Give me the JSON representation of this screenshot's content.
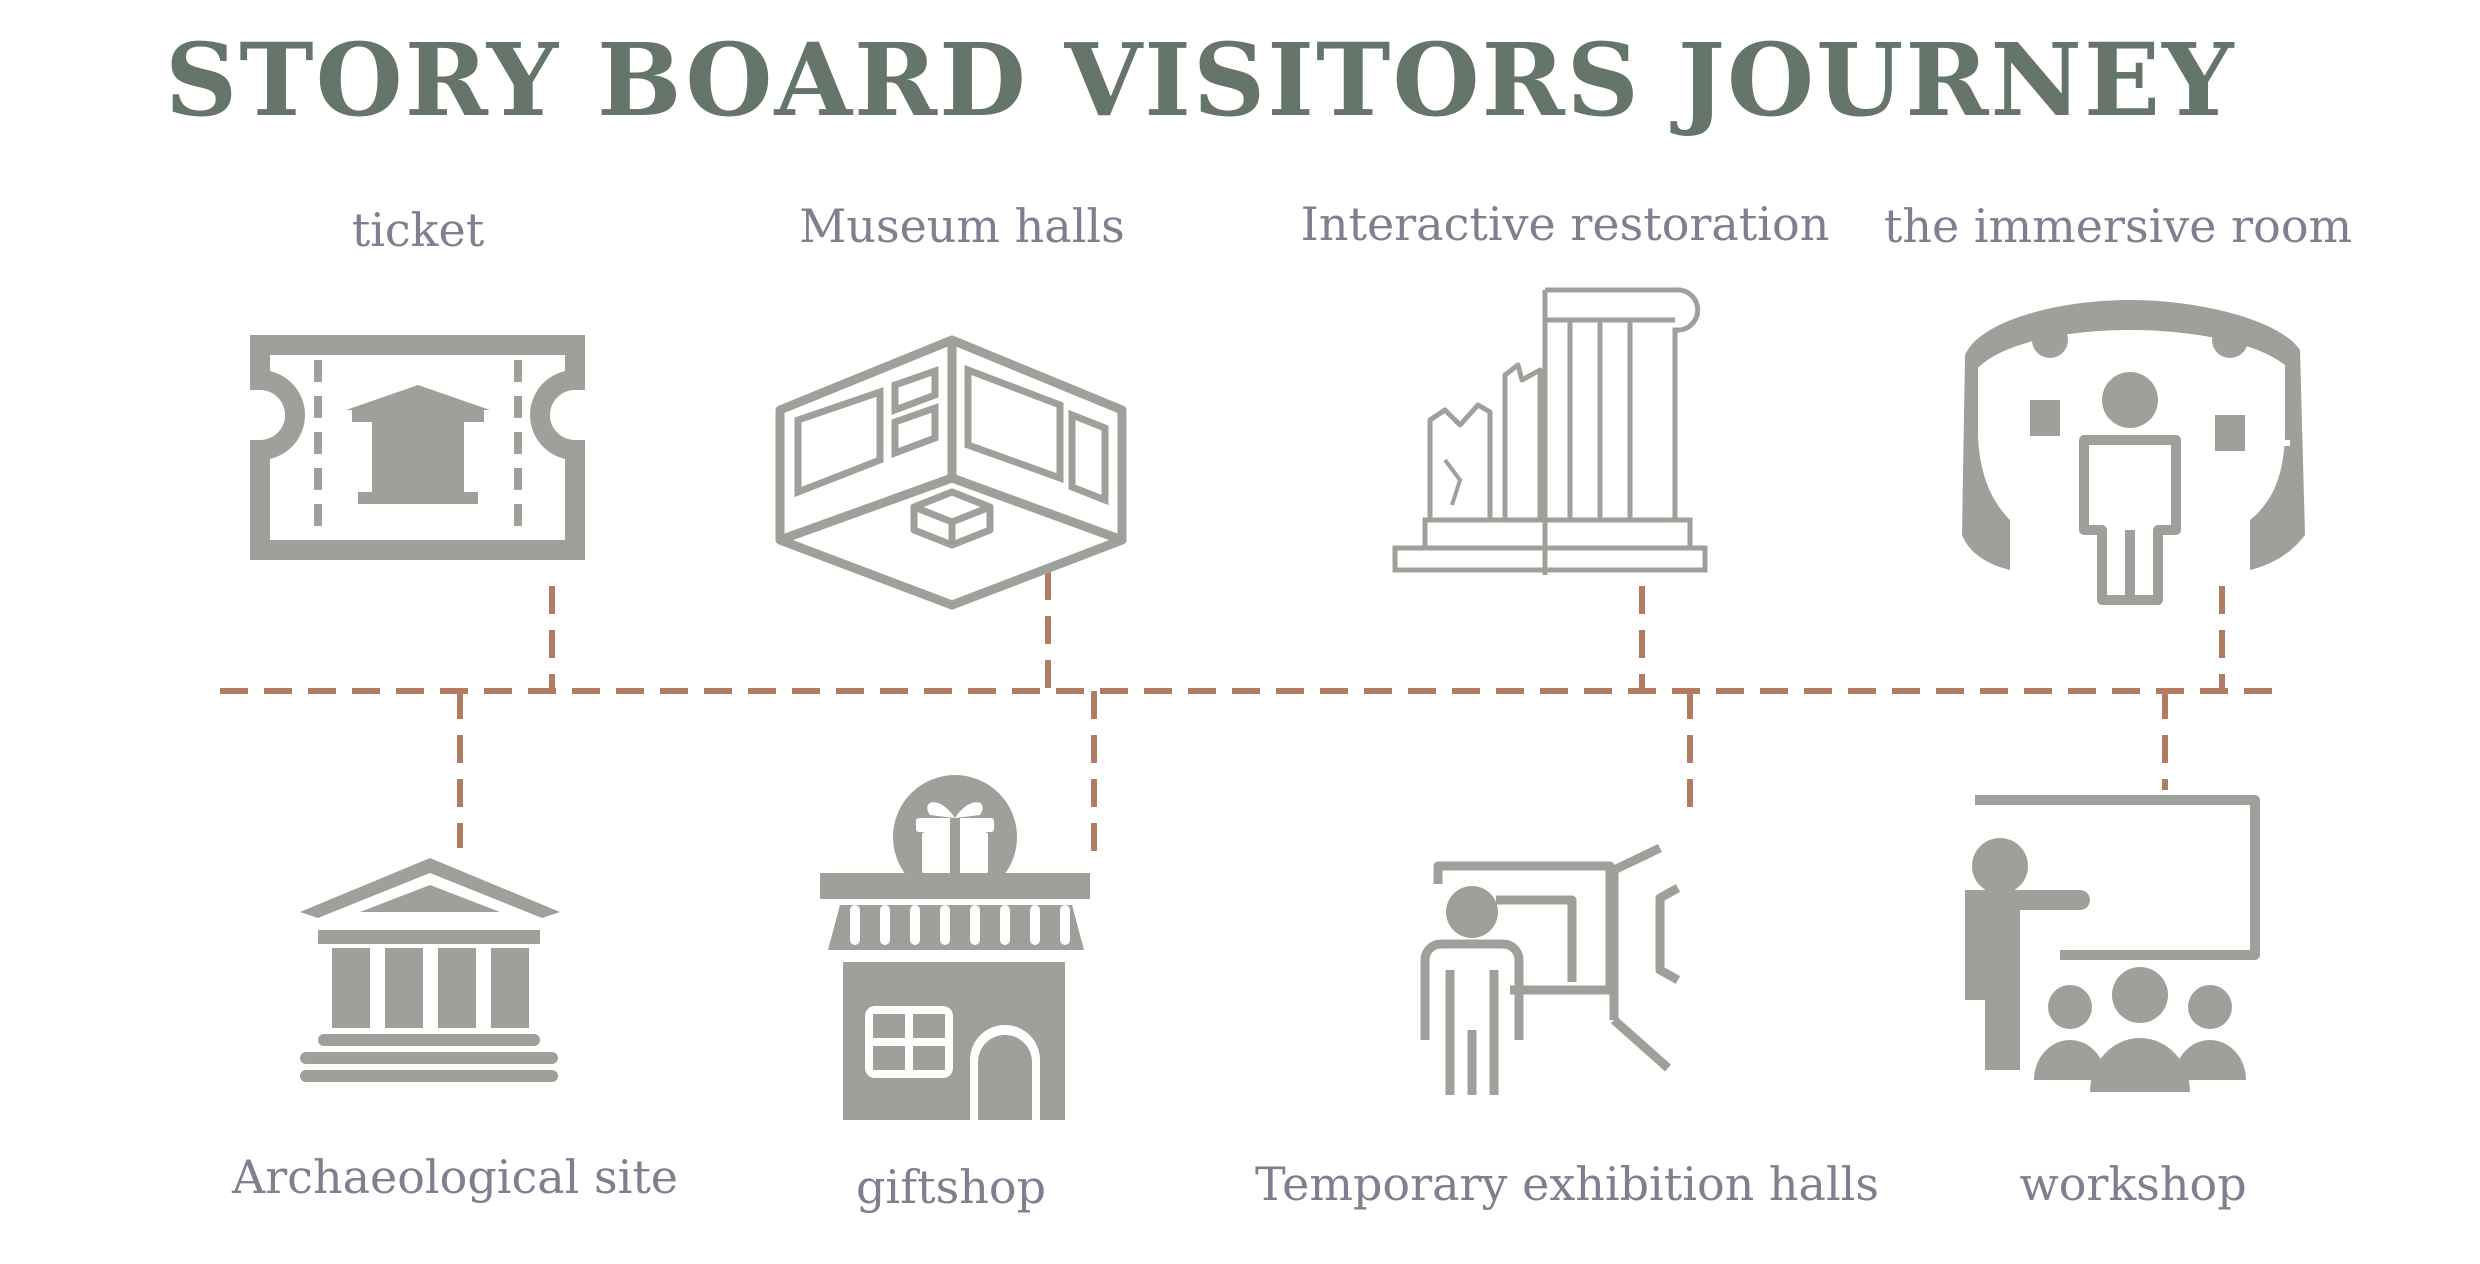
{
  "title": "STORY BOARD VISITORS JOURNEY",
  "colors": {
    "title": "#66756a",
    "label": "#7e8090",
    "icon": "#9da19a",
    "connector": "#b07d62"
  },
  "stages_top": [
    {
      "label": "ticket",
      "icon": "ticket-icon"
    },
    {
      "label": "Museum halls",
      "icon": "museum-halls-icon"
    },
    {
      "label": "Interactive restoration",
      "icon": "column-restoration-icon"
    },
    {
      "label": "the immersive room",
      "icon": "immersive-room-icon"
    }
  ],
  "stages_bottom": [
    {
      "label": "Archaeological site",
      "icon": "temple-icon"
    },
    {
      "label": "giftshop",
      "icon": "shop-gift-icon"
    },
    {
      "label": "Temporary exhibition halls",
      "icon": "exhibition-visitor-icon"
    },
    {
      "label": "workshop",
      "icon": "presentation-icon"
    }
  ]
}
